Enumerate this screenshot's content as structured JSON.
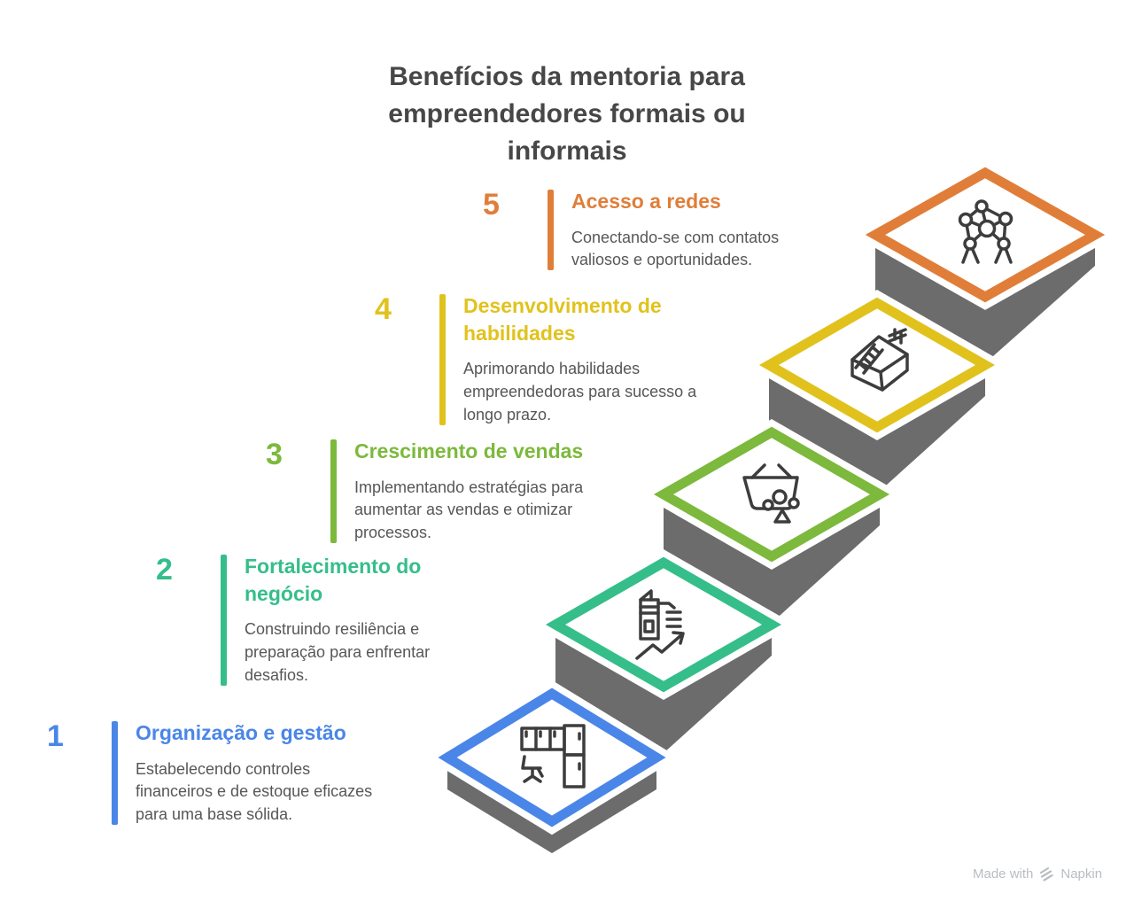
{
  "title": "Benefícios da mentoria para empreendedores formais ou informais",
  "items": [
    {
      "number": "1",
      "heading": "Organização e gestão",
      "description": "Estabelecendo controles financeiros e de estoque eficazes para uma base sólida.",
      "color": "#4A86E8",
      "icon": "office-desk-icon"
    },
    {
      "number": "2",
      "heading": "Fortalecimento do negócio",
      "description": "Construindo resiliência e preparação para enfrentar desafios.",
      "color": "#35BE8A",
      "icon": "building-growth-icon"
    },
    {
      "number": "3",
      "heading": "Crescimento de vendas",
      "description": "Implementando estratégias para aumentar as vendas e otimizar processos.",
      "color": "#7CB93C",
      "icon": "shopping-basket-icon"
    },
    {
      "number": "4",
      "heading": "Desenvolvimento de habilidades",
      "description": "Aprimorando habilidades empreendedoras para sucesso a longo prazo.",
      "color": "#E1C21D",
      "icon": "box-ladder-icon"
    },
    {
      "number": "5",
      "heading": "Acesso a redes",
      "description": "Conectando-se com contatos valiosos e oportunidades.",
      "color": "#E07E39",
      "icon": "network-icon"
    }
  ],
  "staircase": {
    "block_color": "#6C6C6C",
    "tile_fill": "#FFFFFF",
    "outline_color": "#FFFFFF",
    "icon_stroke": "#3D3D3D"
  },
  "text_colors": {
    "title": "#474747",
    "body": "#575757"
  },
  "watermark": {
    "text_prefix": "Made with",
    "brand": "Napkin",
    "color": "#B9BDC3"
  }
}
